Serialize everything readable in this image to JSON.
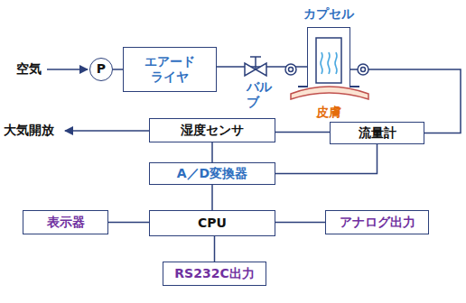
{
  "diagram": {
    "nodes": [
      {
        "text": [
          "P"
        ]
      },
      {
        "text": [
          "エアード ライヤ"
        ]
      },
      {
        "text": [
          "カプセル"
        ]
      },
      {
        "text": [
          "湿度センサ"
        ]
      },
      {
        "text": [
          "流量計"
        ]
      },
      {
        "text": [
          "A／D変換器"
        ]
      },
      {
        "text": [
          "表示器"
        ]
      },
      {
        "text": [
          "CPU"
        ]
      },
      {
        "text": [
          "アナログ出力"
        ]
      },
      {
        "text": [
          "RS232C出力"
        ]
      }
    ],
    "edges": [
      {
        "from": 0,
        "to": 1,
        "arrow": "none"
      },
      {
        "from": 1,
        "to": 2,
        "arrow": "none"
      },
      {
        "from": 2,
        "to": 4,
        "arrow": "none"
      },
      {
        "from": 4,
        "to": 3,
        "arrow": "none"
      },
      {
        "from": 3,
        "to": 5,
        "arrow": "none"
      },
      {
        "from": 4,
        "to": 5,
        "arrow": "none"
      },
      {
        "from": 5,
        "to": 7,
        "arrow": "none"
      },
      {
        "from": 6,
        "to": 7,
        "arrow": "none"
      },
      {
        "from": 7,
        "to": 8,
        "arrow": "none"
      },
      {
        "from": 7,
        "to": 9,
        "arrow": "none"
      }
    ],
    "labels": [
      "空気",
      "バルブ",
      "皮膚",
      "大気開放"
    ]
  }
}
